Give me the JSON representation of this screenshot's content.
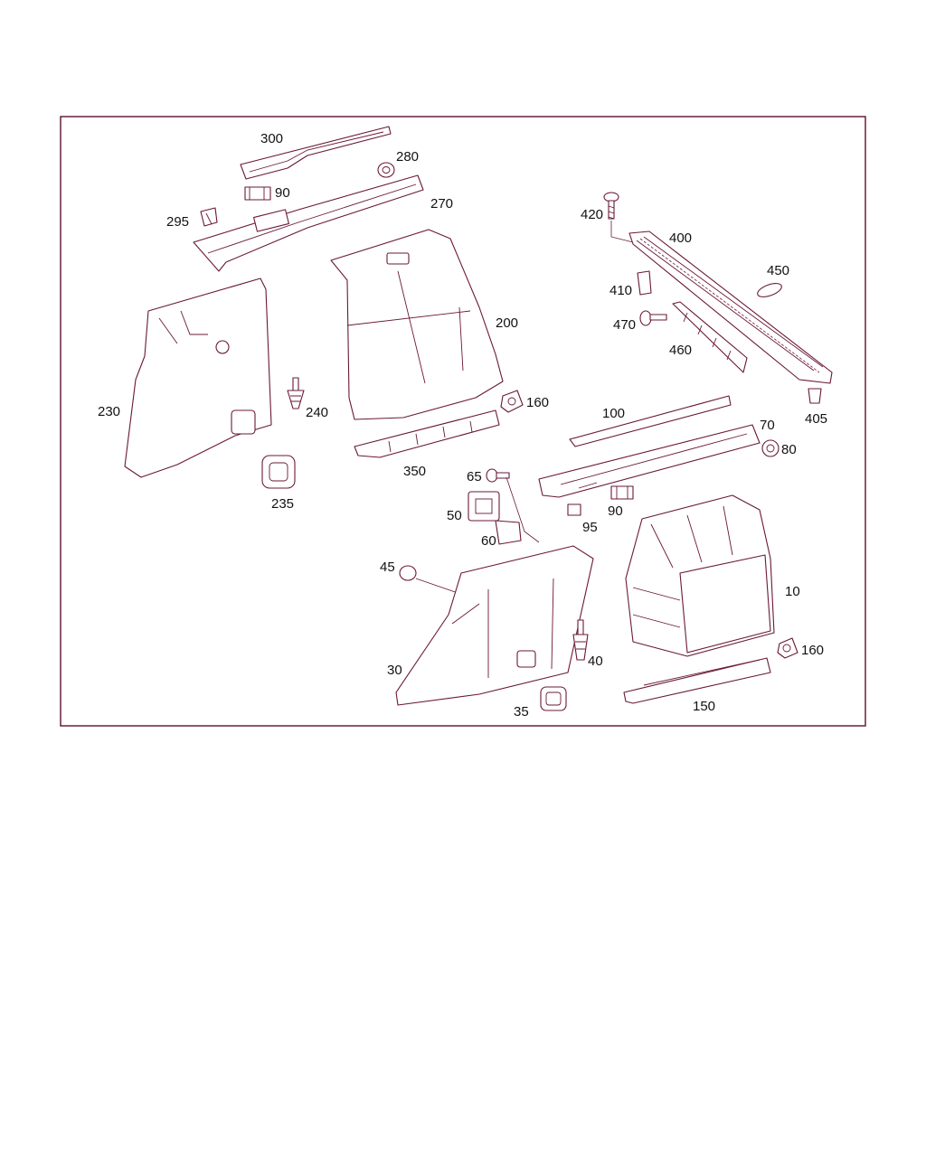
{
  "colors": {
    "frame": "#5a1030",
    "line_art": "#6a1838",
    "label_text": "#111111",
    "background": "#ffffff"
  },
  "callouts": {
    "c300": "300",
    "c280": "280",
    "c90a": "90",
    "c270": "270",
    "c295": "295",
    "c420": "420",
    "c400": "400",
    "c450": "450",
    "c410": "410",
    "c470": "470",
    "c460": "460",
    "c200": "200",
    "c230": "230",
    "c240": "240",
    "c235": "235",
    "c160a": "160",
    "c350": "350",
    "c100": "100",
    "c70": "70",
    "c80": "80",
    "c405": "405",
    "c65": "65",
    "c50": "50",
    "c60": "60",
    "c95": "95",
    "c90b": "90",
    "c45": "45",
    "c10": "10",
    "c30": "30",
    "c40": "40",
    "c160b": "160",
    "c35": "35",
    "c150": "150"
  }
}
